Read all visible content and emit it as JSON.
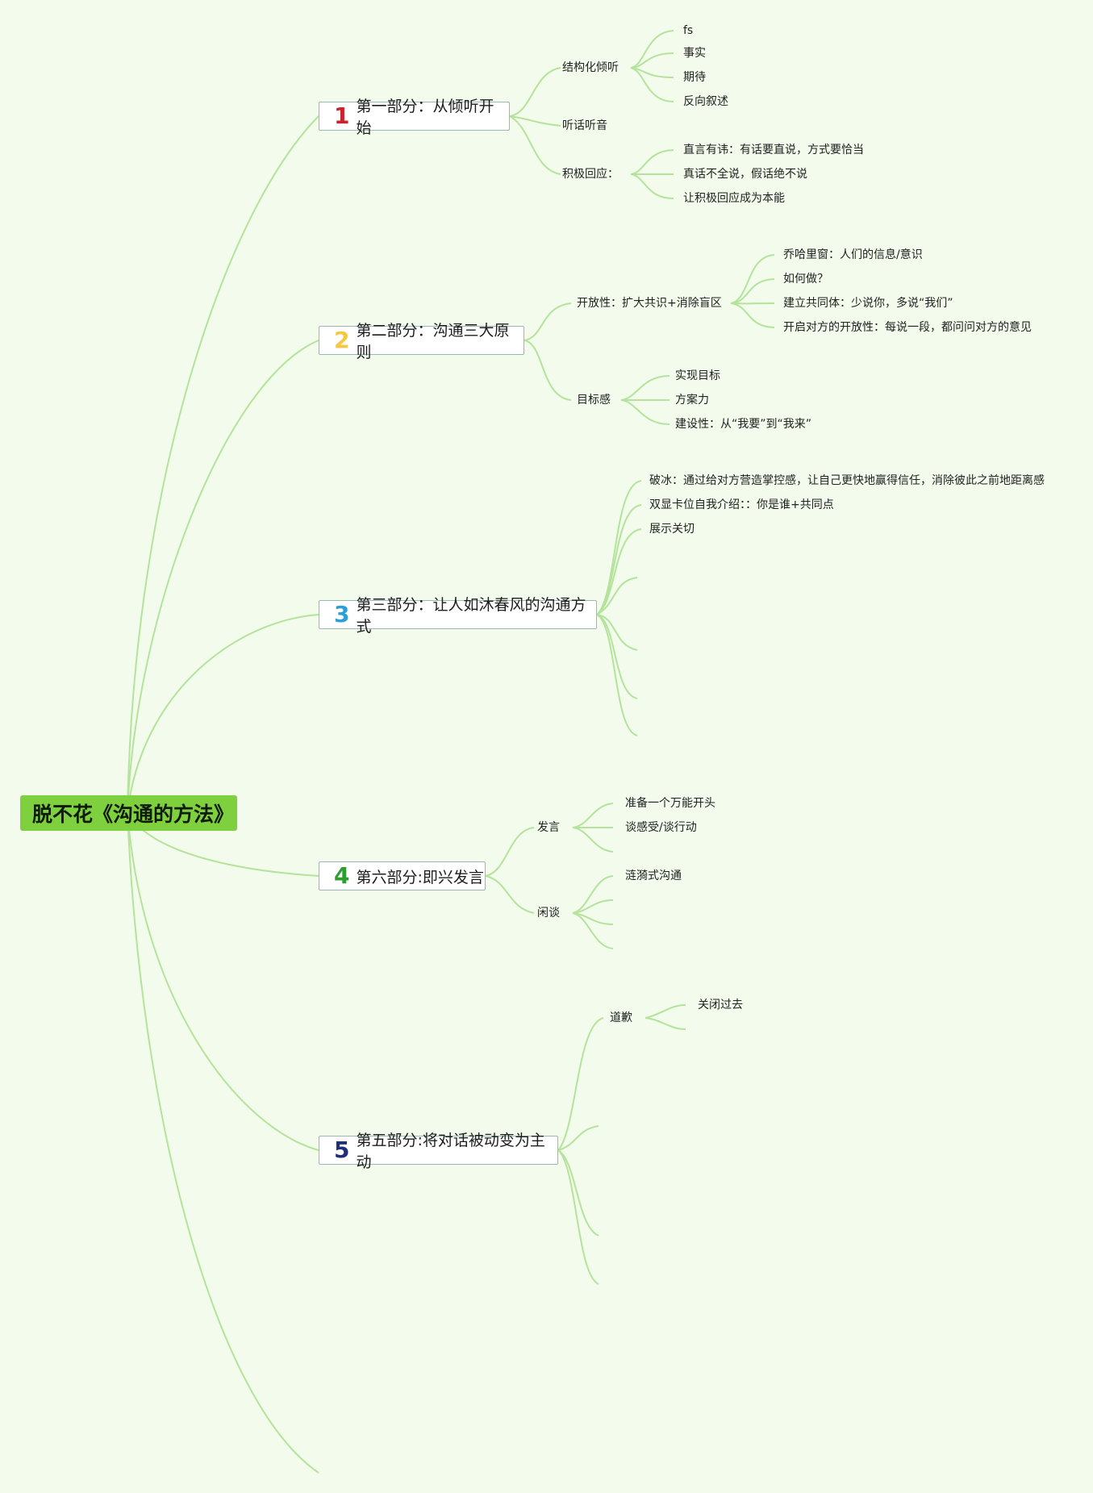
{
  "root": {
    "title": "脱不花《沟通的方法》"
  },
  "branches": [
    {
      "num": "1",
      "num_color": "#d0202e",
      "label": "第一部分：从倾听开始",
      "subs": [
        {
          "label": "结构化倾听",
          "children": [
            "fs",
            "事实",
            "期待",
            "反向叙述"
          ]
        },
        {
          "label": "听话听音",
          "children": []
        },
        {
          "label": "积极回应：",
          "children": [
            "直言有讳：有话要直说，方式要恰当",
            "真话不全说，假话绝不说",
            "让积极回应成为本能"
          ]
        }
      ]
    },
    {
      "num": "2",
      "num_color": "#f5c842",
      "label": "第二部分：沟通三大原则",
      "subs": [
        {
          "label": "开放性：扩大共识+消除盲区",
          "children": [
            "乔哈里窗：人们的信息/意识",
            "如何做？",
            "建立共同体：少说你，多说“我们”",
            "开启对方的开放性：每说一段，都问问对方的意见"
          ]
        },
        {
          "label": "目标感",
          "children": [
            "实现目标",
            "方案力",
            "建设性：从“我要”到“我来”"
          ]
        }
      ]
    },
    {
      "num": "3",
      "num_color": "#2b9fd8",
      "label": "第三部分：让人如沐春风的沟通方式",
      "subs": [
        {
          "label": "破冰：通过给对方营造掌控感，让自己更快地赢得信任，消除彼此之前地距离感",
          "children": []
        },
        {
          "label": "双显卡位自我介绍：：你是谁+共同点",
          "children": []
        },
        {
          "label": "展示关切",
          "children": []
        }
      ]
    },
    {
      "num": "4",
      "num_color": "#2e9e33",
      "label": "第六部分:即兴发言",
      "subs": [
        {
          "label": "发言",
          "children": [
            "准备一个万能开头",
            "谈感受/谈行动"
          ]
        },
        {
          "label": "闲谈",
          "children": [
            "涟漪式沟通"
          ]
        }
      ]
    },
    {
      "num": "5",
      "num_color": "#1f2f7a",
      "label": "第五部分:将对话被动变为主动",
      "subs": [
        {
          "label": "道歉",
          "children": [
            "关闭过去"
          ]
        }
      ]
    }
  ]
}
